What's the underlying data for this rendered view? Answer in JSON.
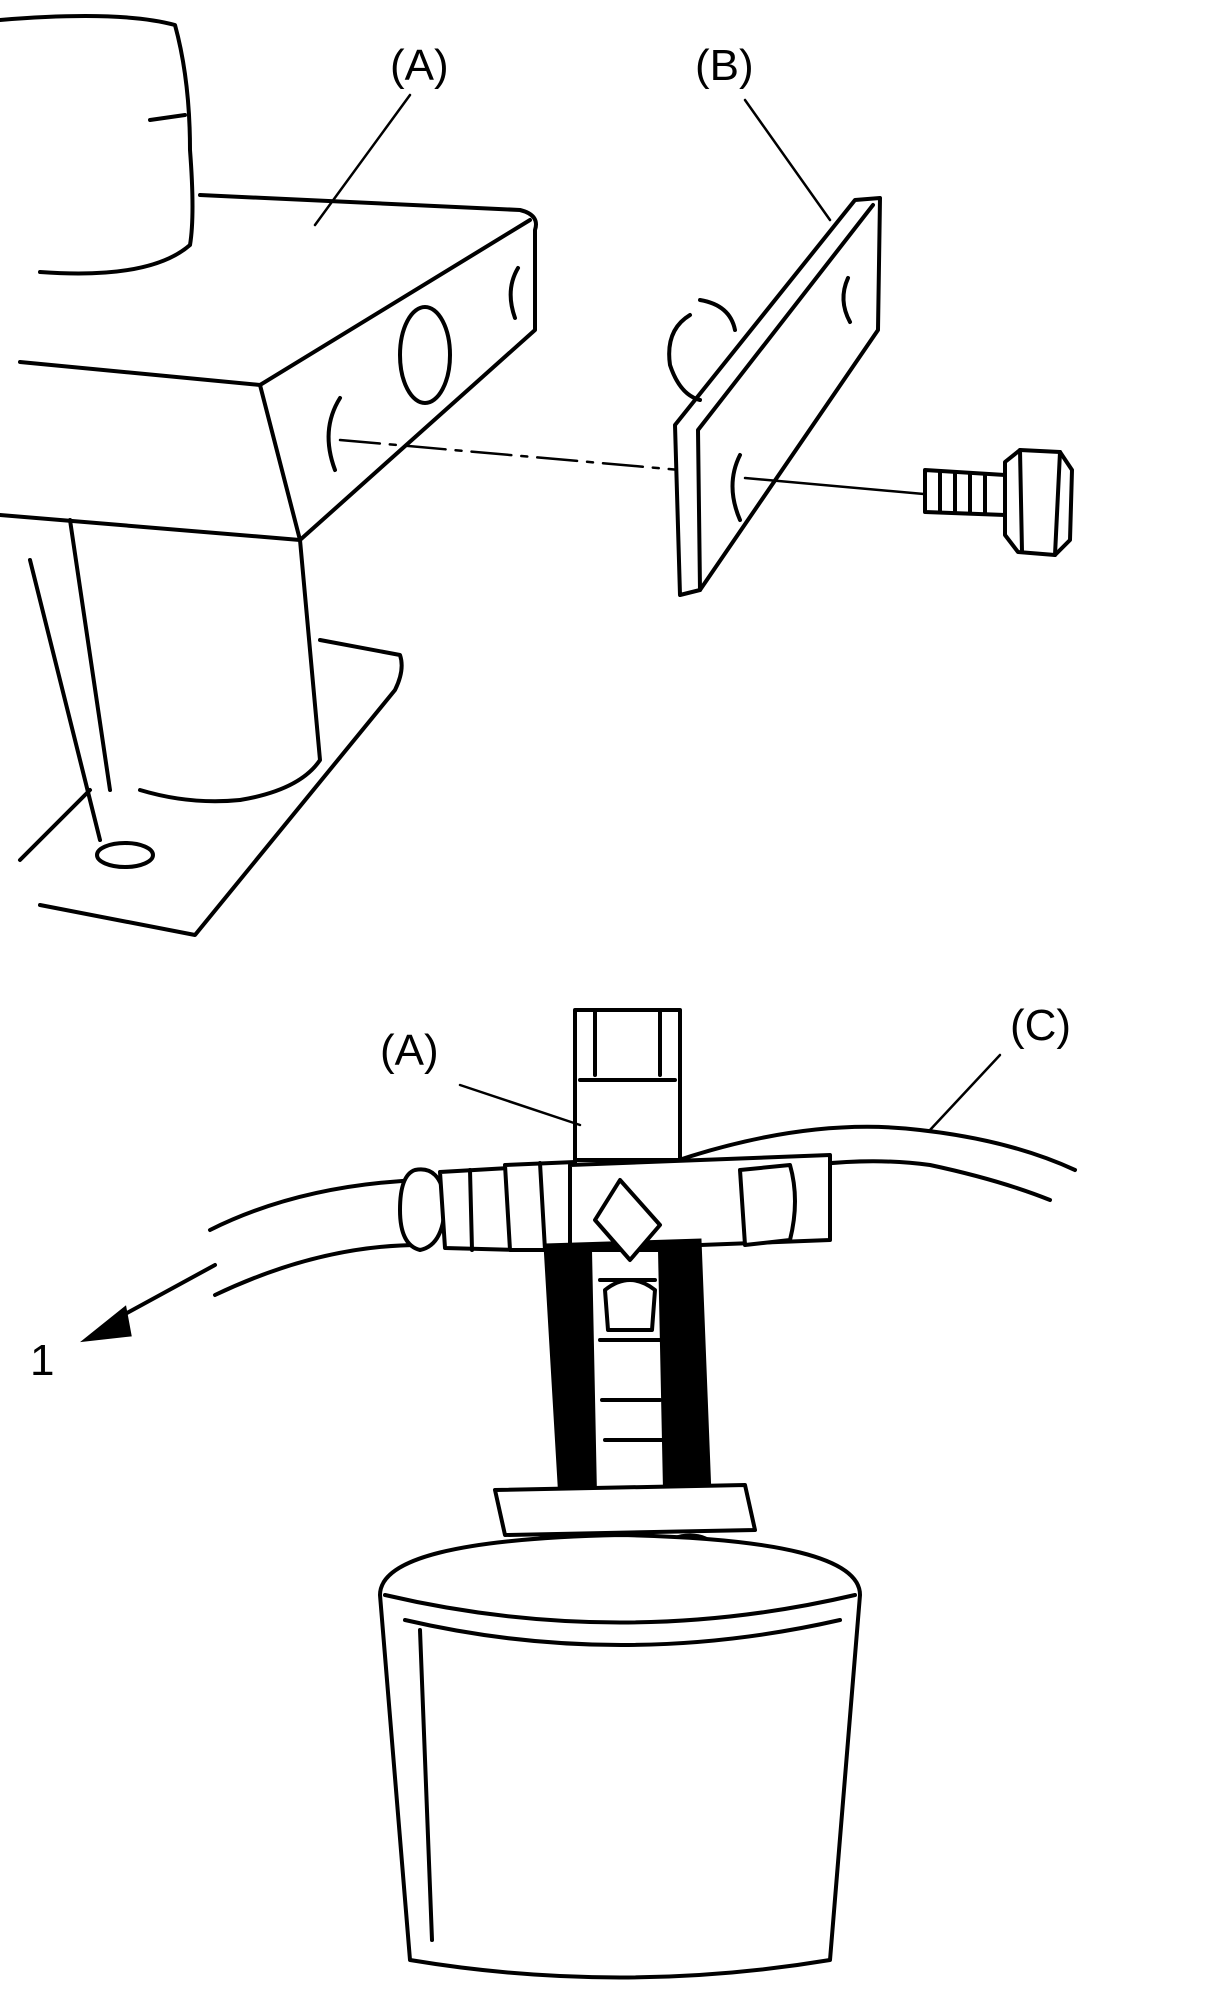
{
  "top_figure": {
    "label_a": "(A)",
    "label_b": "(B)"
  },
  "bottom_figure": {
    "label_a": "(A)",
    "label_c": "(C)",
    "arrow_label": "1"
  }
}
